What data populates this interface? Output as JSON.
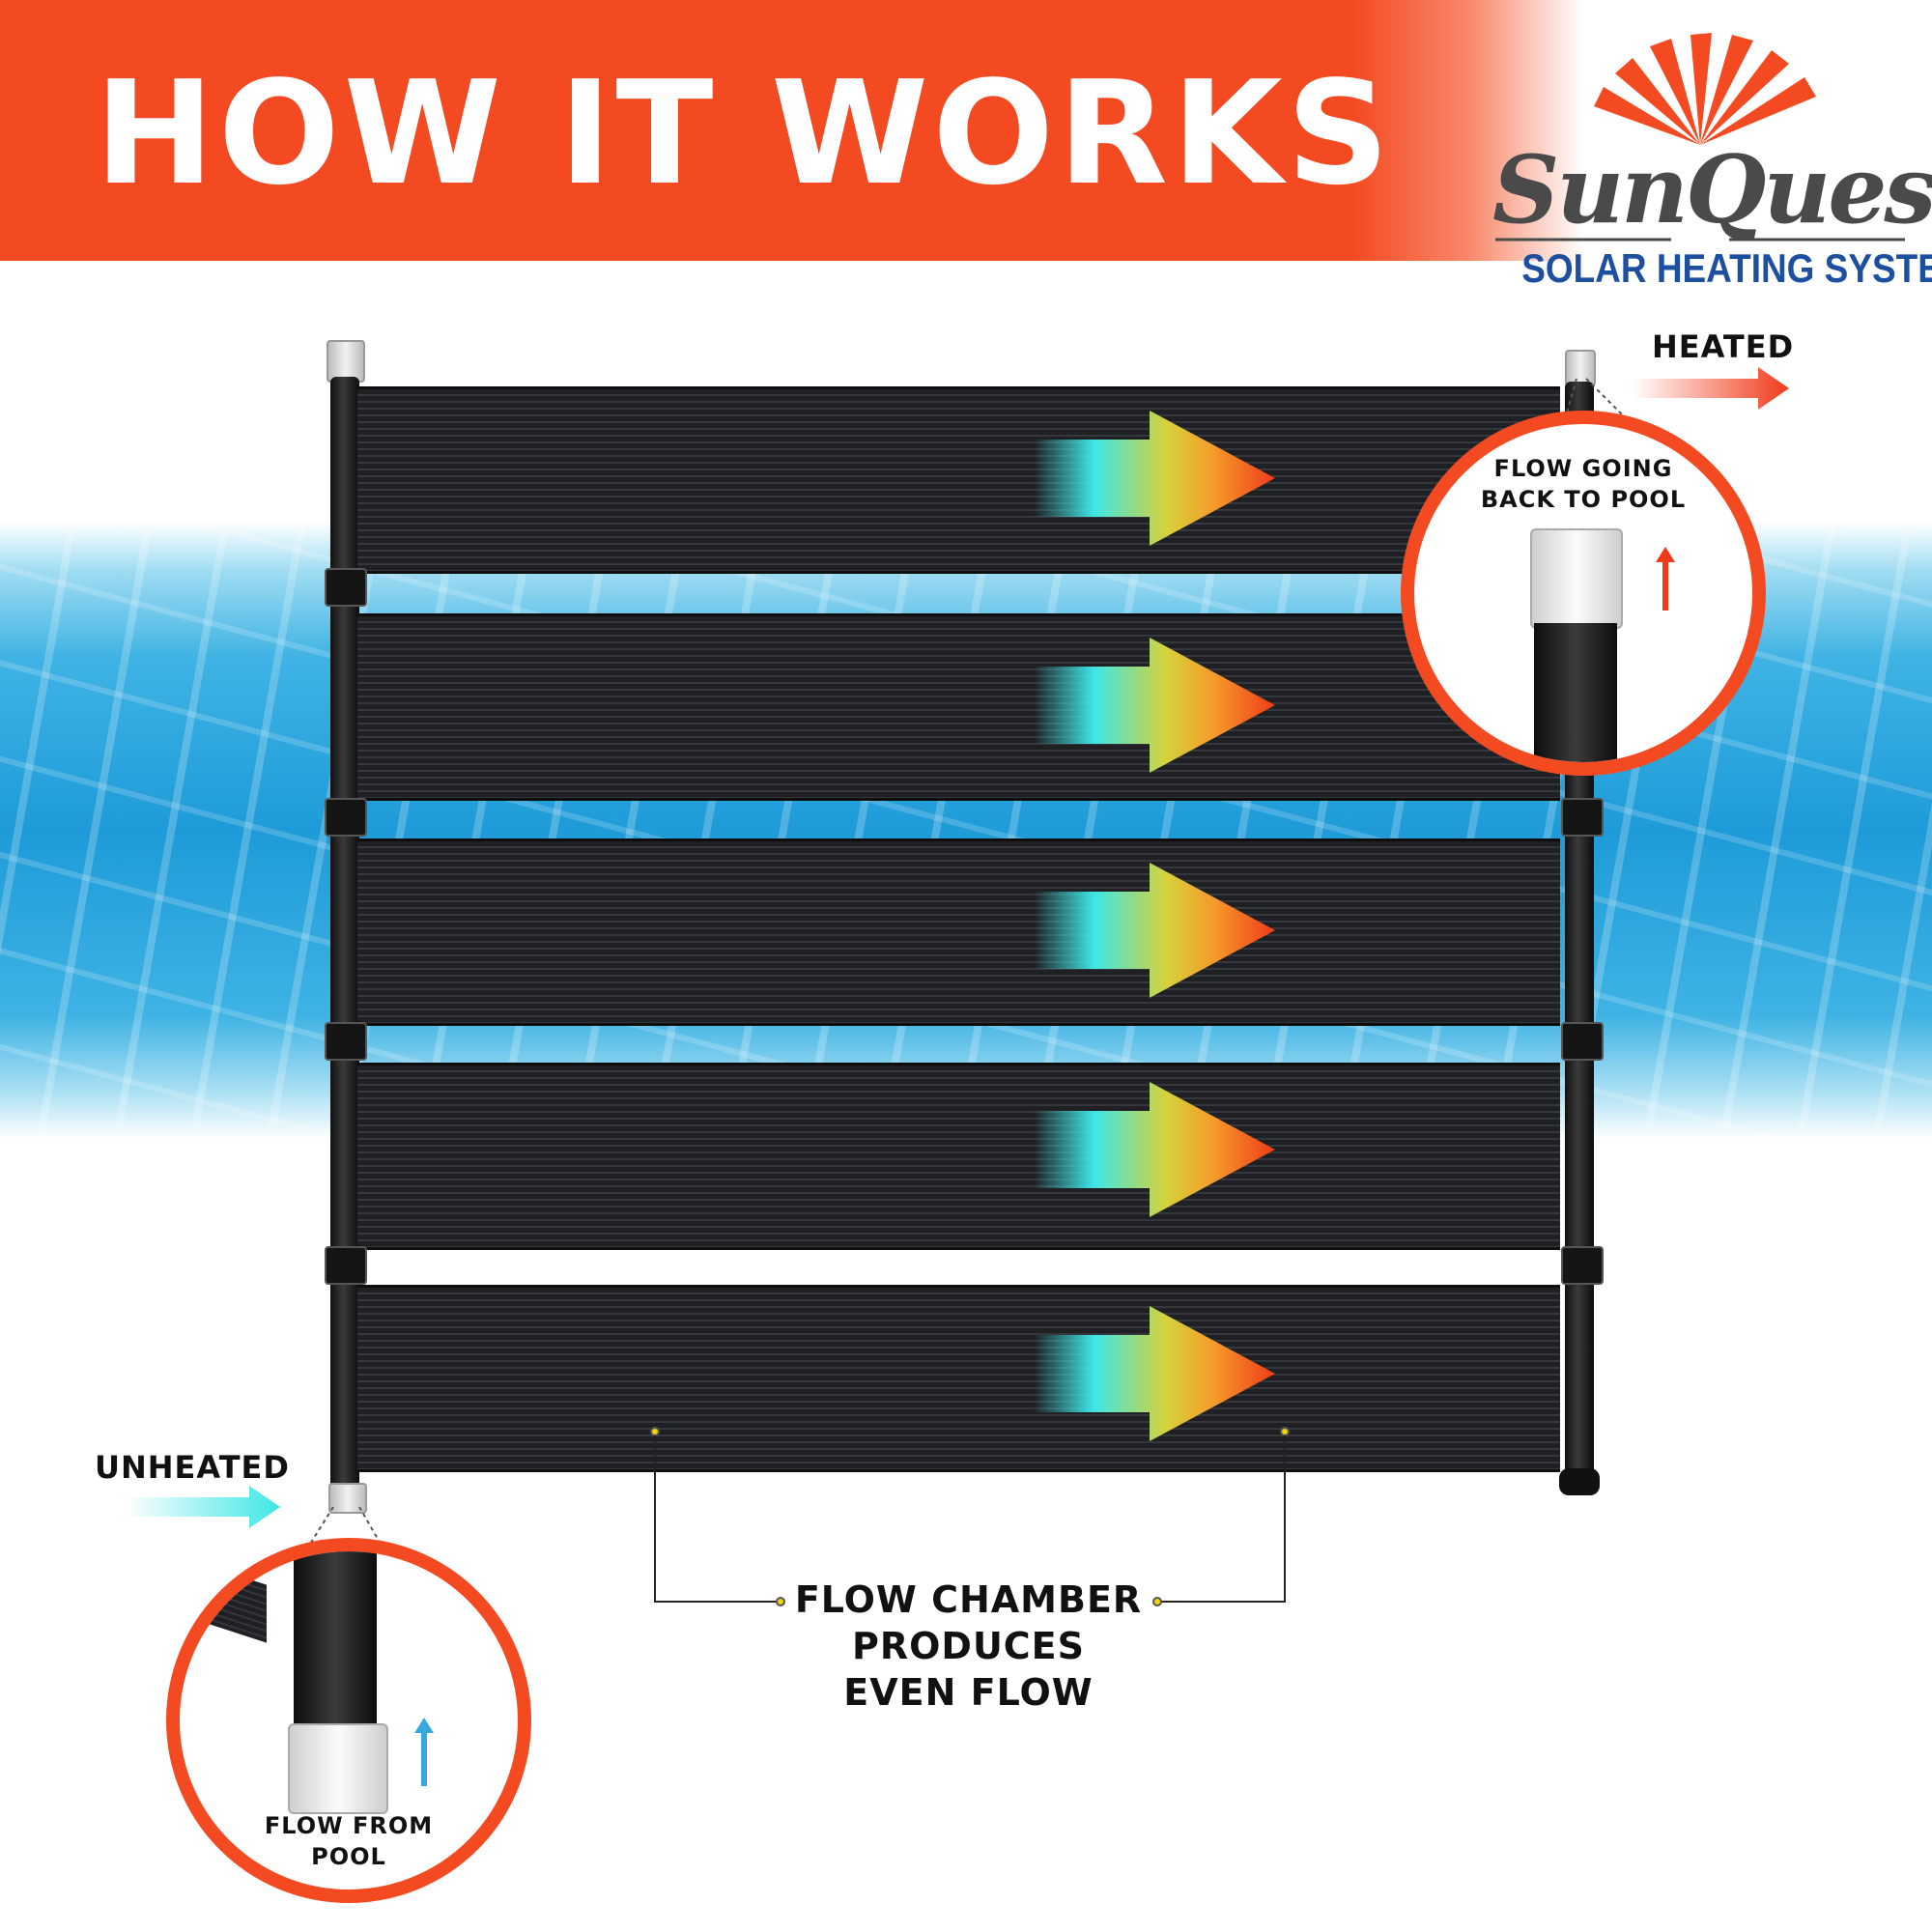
{
  "header": {
    "title": "HOW IT WORKS"
  },
  "logo": {
    "brand": "SunQuest",
    "tagline": "SOLAR HEATING SYSTEM"
  },
  "callouts": {
    "heated": "HEATED",
    "unheated": "UNHEATED",
    "outlet_line1": "FLOW GOING",
    "outlet_line2": "BACK TO POOL",
    "inlet_line1": "FLOW FROM",
    "inlet_line2": "POOL",
    "chamber_line1": "FLOW CHAMBER",
    "chamber_line2": "PRODUCES",
    "chamber_line3": "EVEN FLOW"
  },
  "colors": {
    "accent": "#f44a22",
    "brand_blue": "#1d4fa0",
    "hot": "#f03a1a",
    "cold": "#3ee6e6",
    "water": "#1e9bd8"
  },
  "icons": [
    "sun-rays-icon",
    "flow-arrow-icon",
    "up-arrow-icon",
    "heated-arrow-icon",
    "unheated-arrow-icon"
  ]
}
